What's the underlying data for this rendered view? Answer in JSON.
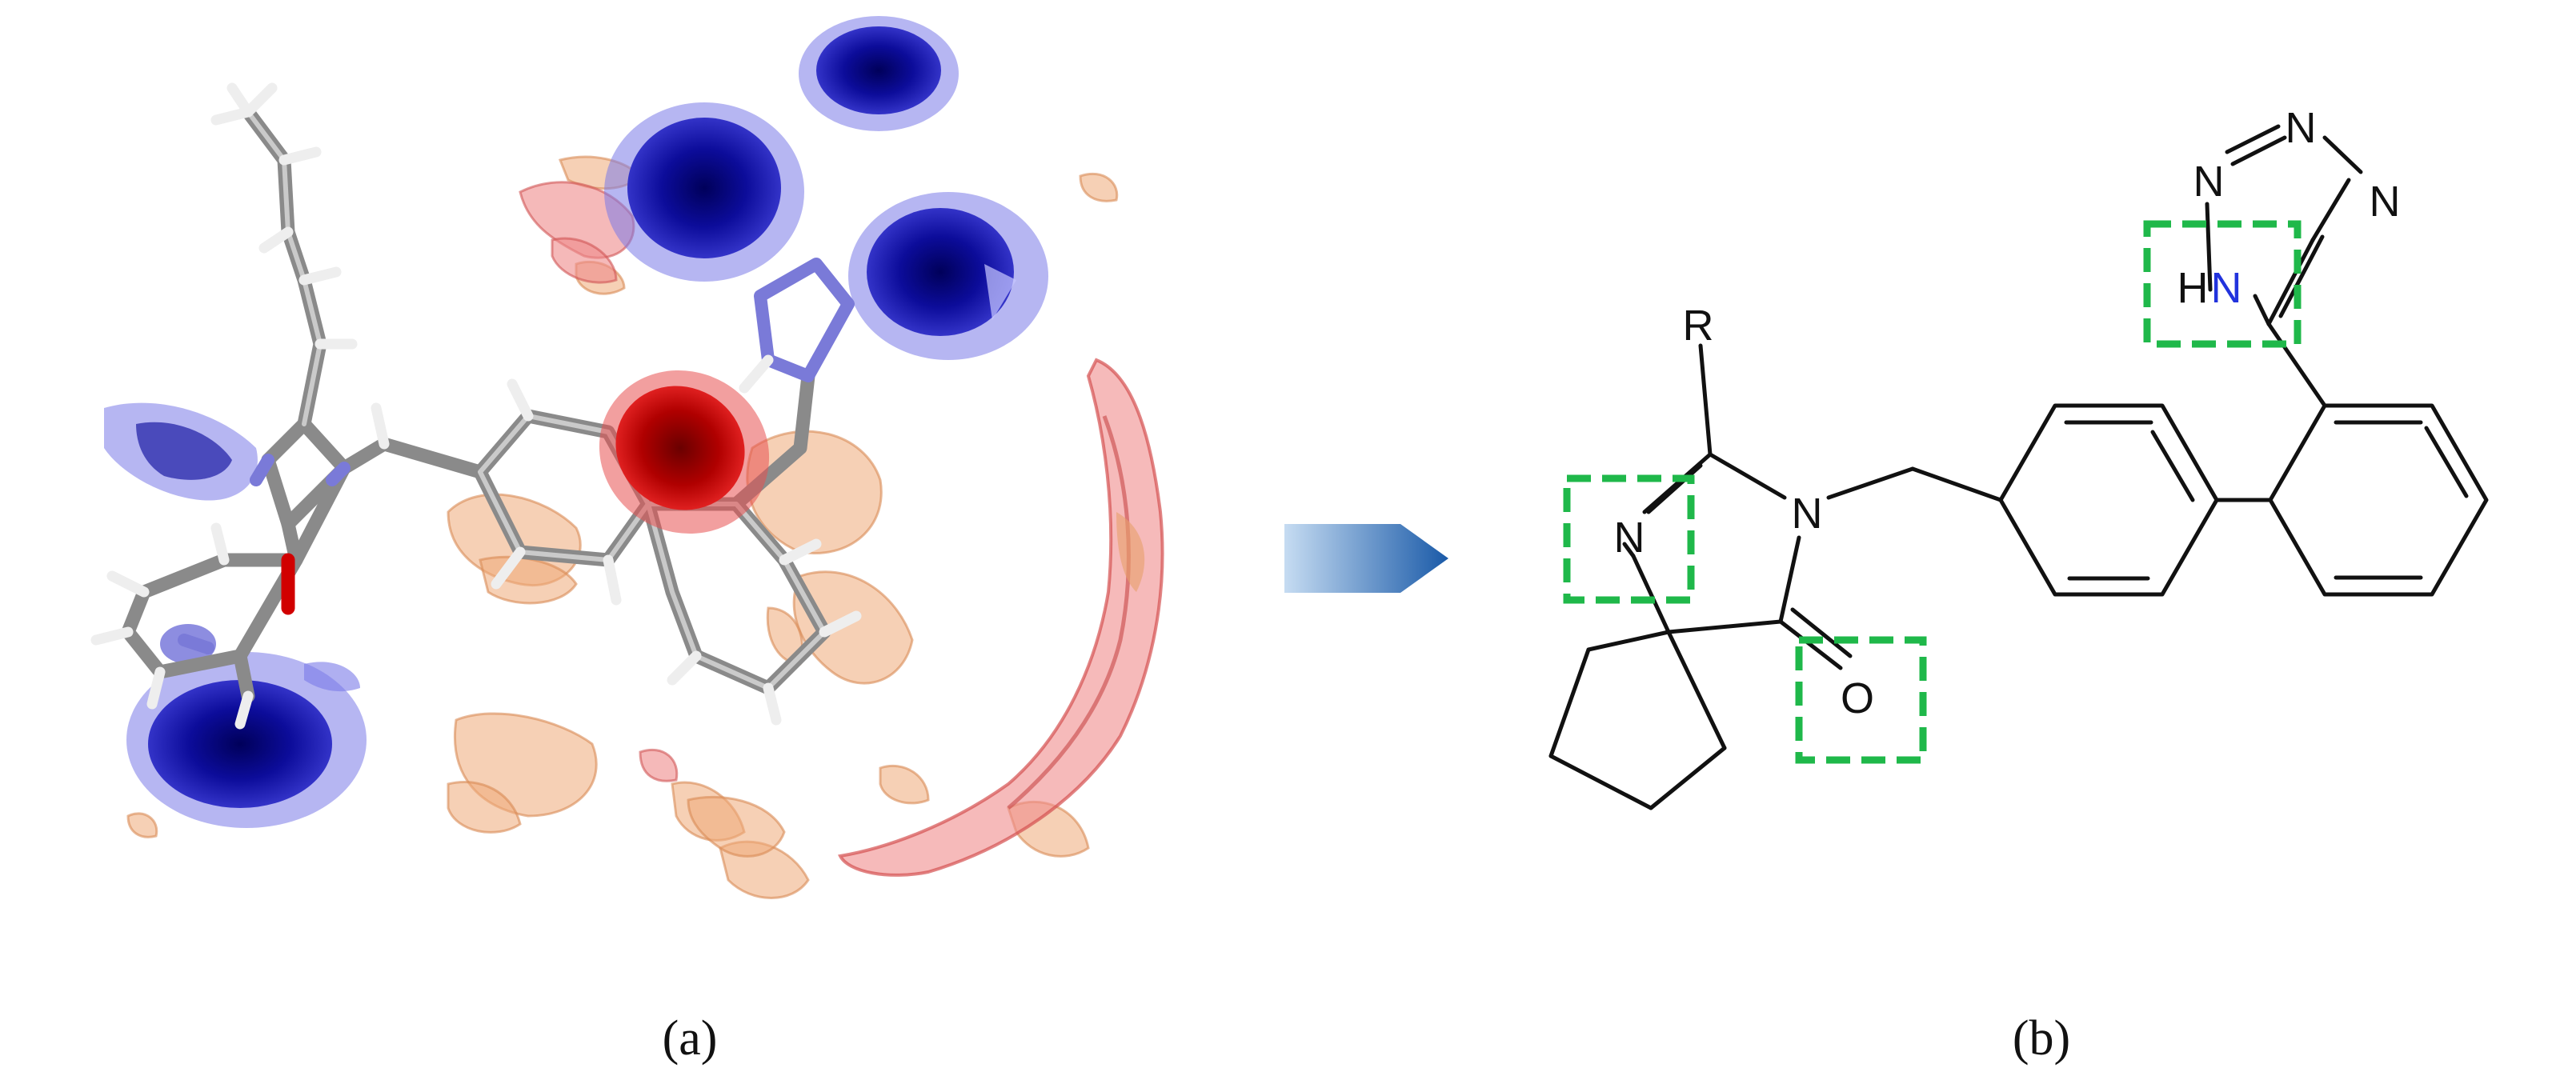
{
  "panels": [
    {
      "id": "a",
      "label": "(a)"
    },
    {
      "id": "b",
      "label": "(b)"
    }
  ],
  "structure_b": {
    "atom_labels": {
      "r_group": "R",
      "imidazolinone_n_ring": "N",
      "imidazolinone_n_imine": "N",
      "carbonyl_o": "O",
      "tetrazole_n1": "N",
      "tetrazole_n2": "N",
      "tetrazole_n3": "N",
      "tetrazole_h": "H",
      "tetrazole_nh": "N"
    },
    "highlighted_groups": [
      "imine N",
      "carbonyl O",
      "tetrazole NH"
    ]
  },
  "colors": {
    "hbond_donor_contour": "#0a0a8c",
    "hbond_acceptor_contour": "#b00000",
    "steric_contour": "#e8a06a",
    "highlight_box": "#1fb84a",
    "arrow_start": "#b9d3ee",
    "arrow_end": "#1a5aa8",
    "nh_label": "#2233dd"
  }
}
